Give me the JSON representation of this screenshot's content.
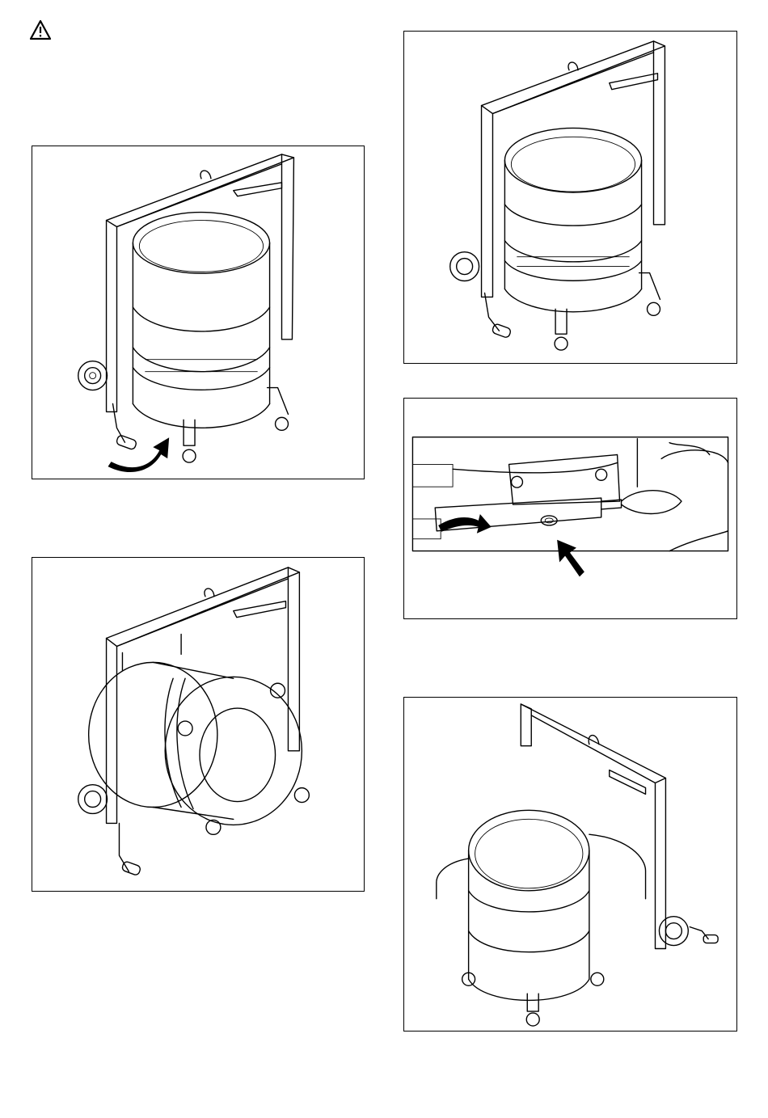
{
  "page": {
    "icons": {
      "warning": "warning-triangle-icon",
      "rotate_arrow": "curved-arrow-icon",
      "pointer_arrow": "pointer-arrow-icon"
    },
    "colors": {
      "ink": "#000000",
      "paper": "#ffffff"
    }
  },
  "figures": [
    {
      "id": "fig-1",
      "subject": "drum-upright-rotate-crank"
    },
    {
      "id": "fig-2",
      "subject": "drum-tilted-lid-view"
    },
    {
      "id": "fig-3",
      "subject": "drum-upright-in-frame"
    },
    {
      "id": "fig-4",
      "subject": "detail-locking-pin"
    },
    {
      "id": "fig-5",
      "subject": "drum-released-clamp-open"
    }
  ]
}
